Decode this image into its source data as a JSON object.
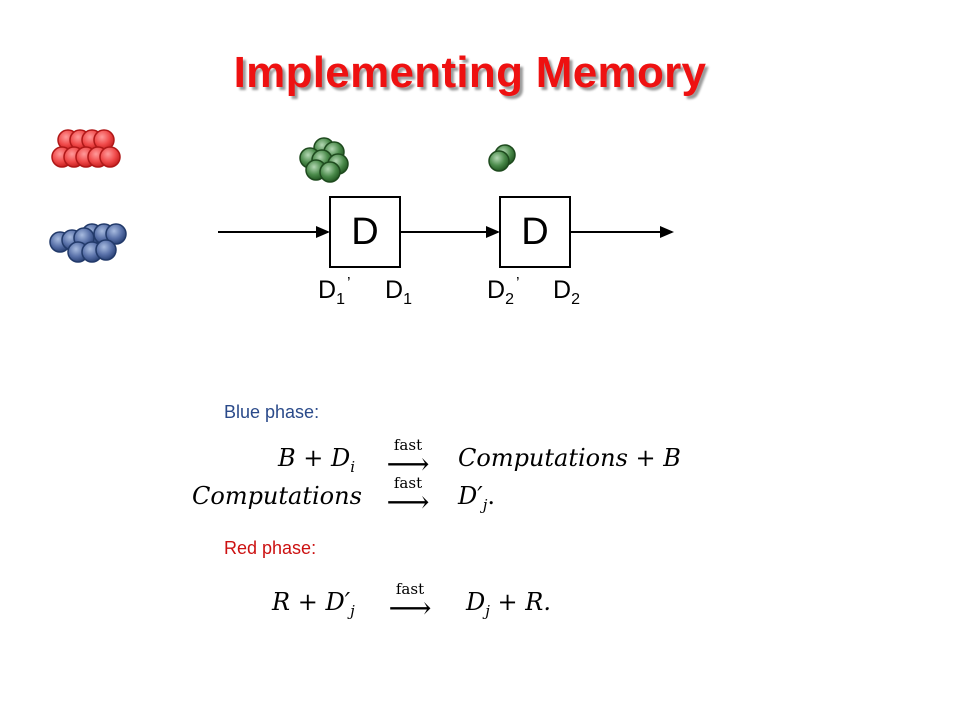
{
  "title": "Implementing Memory",
  "boxes": [
    {
      "label": "D"
    },
    {
      "label": "D"
    }
  ],
  "node_labels": [
    {
      "base": "D",
      "sub": "1",
      "prime": "’"
    },
    {
      "base": "D",
      "sub": "1",
      "prime": ""
    },
    {
      "base": "D",
      "sub": "2",
      "prime": "’"
    },
    {
      "base": "D",
      "sub": "2",
      "prime": ""
    }
  ],
  "colors": {
    "title": "#ee1111",
    "red_molecule": "#f04a4a",
    "blue_molecule": "#5870a8",
    "green_molecule": "#4a8a4a",
    "blue_phase_text": "#2a4a8a",
    "red_phase_text": "#cc1111"
  },
  "blue_phase": {
    "label": "Blue phase:",
    "eq1": {
      "lhs_a": "B",
      "plus": "+",
      "lhs_b": "D",
      "lhs_b_sub": "i",
      "arrow_label": "fast",
      "rhs": "Computations + B"
    },
    "eq2": {
      "lhs": "Computations",
      "arrow_label": "fast",
      "rhs": "D′",
      "rhs_sub": "j",
      "tail": "."
    }
  },
  "red_phase": {
    "label": "Red phase:",
    "eq1": {
      "lhs_a": "R",
      "plus": "+",
      "lhs_b": "D′",
      "lhs_b_sub": "j",
      "arrow_label": "fast",
      "rhs_a": "D",
      "rhs_a_sub": "j",
      "rhs_plus": "+",
      "rhs_b": "R."
    }
  }
}
